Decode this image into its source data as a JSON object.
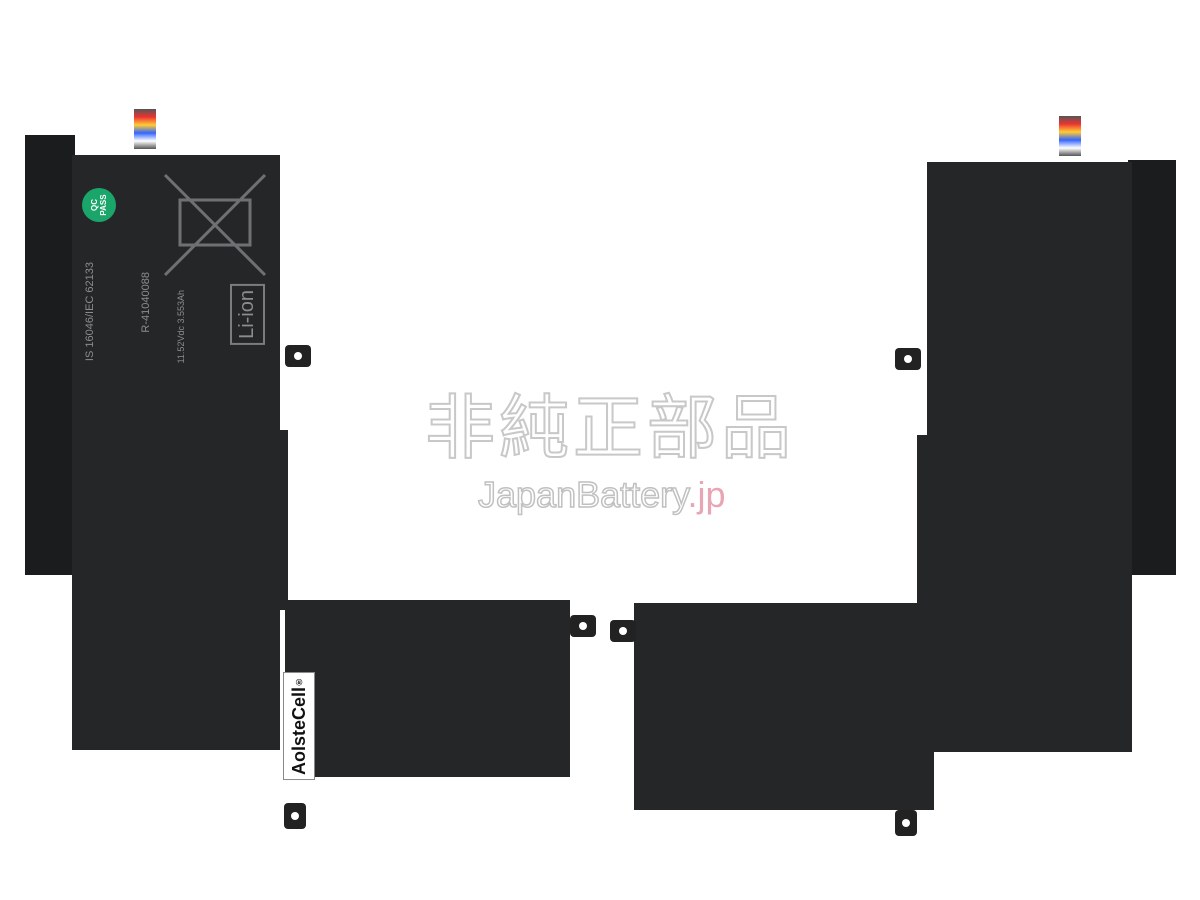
{
  "watermark": {
    "title": "非純正部品",
    "site_main": "JapanBattery",
    "site_tld": ".jp"
  },
  "brand": {
    "name": "AolsteCell",
    "mark": "®"
  },
  "label": {
    "qc": "QC PASS",
    "standard": "IS 16046/IEC 62133",
    "registration": "R-41040088",
    "rating": "11.52Vdc 3.553Ah",
    "chem": "Li-ion"
  }
}
